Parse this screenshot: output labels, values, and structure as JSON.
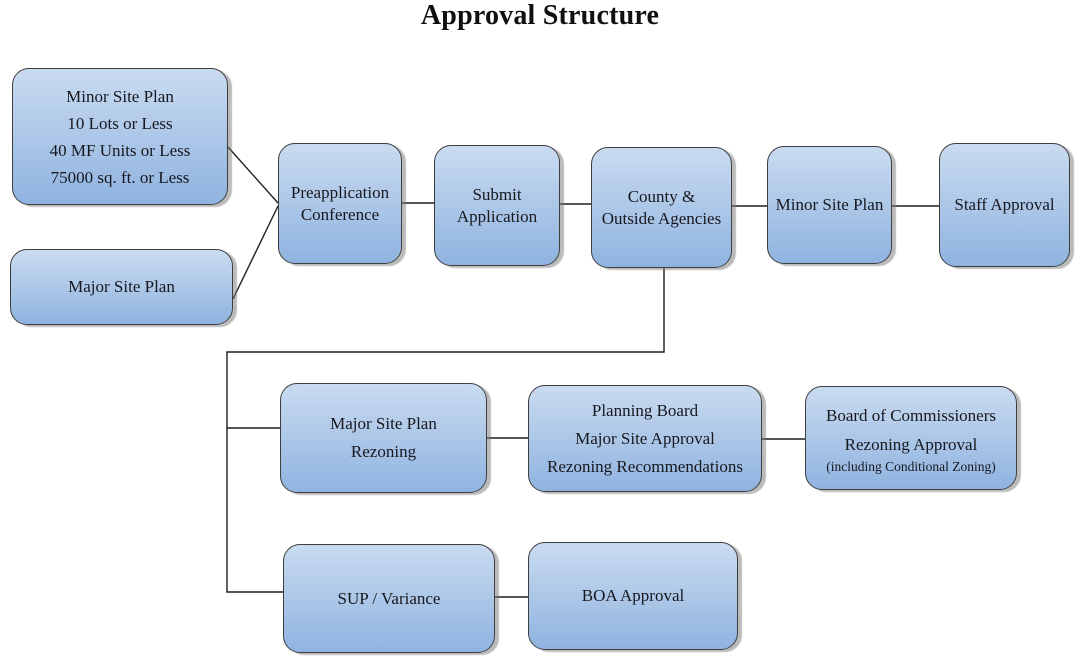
{
  "title": "Approval Structure",
  "colors": {
    "background": "#ffffff",
    "box_fill_top": "#c9dbf0",
    "box_fill_bottom": "#8fb3e0",
    "box_border": "#3e3e3e",
    "box_shadow": "#787878",
    "connector_line": "#1f1f1f",
    "text": "#18181f",
    "title_text": "#101010"
  },
  "nodes": {
    "minor_criteria": {
      "lines": [
        "Minor Site Plan",
        "10 Lots or Less",
        "40 MF Units or Less",
        "75000 sq. ft. or Less"
      ]
    },
    "major_intro": {
      "lines": [
        "Major Site Plan"
      ]
    },
    "preapp": {
      "lines": [
        "Preapplication",
        "Conference"
      ]
    },
    "submit": {
      "lines": [
        "Submit",
        "Application"
      ]
    },
    "county": {
      "lines": [
        "County &",
        "Outside Agencies"
      ]
    },
    "minor_sp": {
      "lines": [
        "Minor Site Plan"
      ]
    },
    "staff": {
      "lines": [
        "Staff Approval"
      ]
    },
    "major_rezoning": {
      "lines": [
        "Major Site Plan",
        "Rezoning"
      ]
    },
    "planning": {
      "lines": [
        "Planning Board",
        "Major Site Approval",
        "Rezoning Recommendations"
      ]
    },
    "commissioners": {
      "lines": [
        "Board of Commissioners",
        "Rezoning Approval",
        "(including Conditional Zoning)"
      ]
    },
    "sup": {
      "lines": [
        "SUP / Variance"
      ]
    },
    "boa": {
      "lines": [
        "BOA Approval"
      ]
    }
  },
  "edges": [
    {
      "from": "minor_criteria",
      "to": "preapp"
    },
    {
      "from": "major_intro",
      "to": "preapp"
    },
    {
      "from": "preapp",
      "to": "submit"
    },
    {
      "from": "submit",
      "to": "county"
    },
    {
      "from": "county",
      "to": "minor_sp"
    },
    {
      "from": "minor_sp",
      "to": "staff"
    },
    {
      "from": "county",
      "to": "major_rezoning"
    },
    {
      "from": "county",
      "to": "sup"
    },
    {
      "from": "major_rezoning",
      "to": "planning"
    },
    {
      "from": "planning",
      "to": "commissioners"
    },
    {
      "from": "sup",
      "to": "boa"
    }
  ]
}
